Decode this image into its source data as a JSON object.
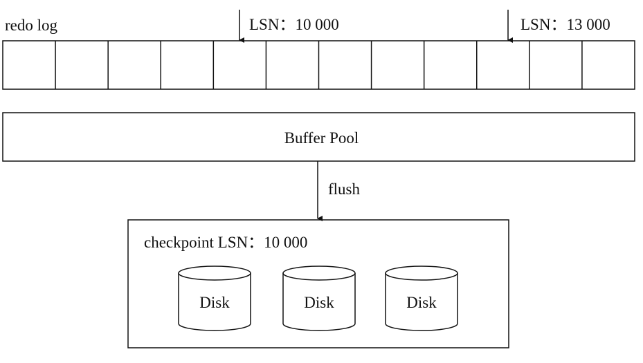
{
  "redo_log": {
    "title": "redo log",
    "cell_count": 12,
    "lsn_markers": [
      {
        "label": "LSN：10 000"
      },
      {
        "label": "LSN：13 000"
      }
    ]
  },
  "buffer_pool": {
    "label": "Buffer Pool"
  },
  "flush": {
    "label": "flush"
  },
  "storage": {
    "checkpoint_label": "checkpoint LSN：10 000",
    "disks": [
      {
        "label": "Disk"
      },
      {
        "label": "Disk"
      },
      {
        "label": "Disk"
      }
    ]
  }
}
